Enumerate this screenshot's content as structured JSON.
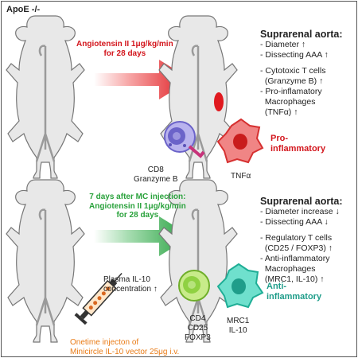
{
  "header": {
    "model": "ApoE -/-"
  },
  "top": {
    "arrow_text": [
      "Angiotensin II 1μg/kg/min",
      "for 28 days"
    ],
    "summary_title": "Suprarenal aorta:",
    "summary_lines": [
      "- Diameter ↑",
      "- Dissecting AAA  ↑",
      "",
      "- Cytotoxic T cells",
      "  (Granzyme B) ↑",
      "- Pro-inflamatory",
      "  Macrophages",
      "  (TNFα) ↑"
    ],
    "tcell_label": [
      "CD8",
      "Granzyme B"
    ],
    "mac_label": "TNFα",
    "state_label": [
      "Pro-",
      "inflammatory"
    ],
    "colors": {
      "arrow": "#e0191f",
      "label": "#d3161d",
      "tcell": "#6b63c9",
      "macrophage": "#e64a4a"
    }
  },
  "bottom": {
    "arrow_text": [
      "7 days after MC injection:",
      "Angiotensin II 1μg/kg/min",
      "for 28 days"
    ],
    "summary_title": "Suprarenal aorta:",
    "summary_lines": [
      "- Diameter increase ↓",
      "- Dissecting AAA  ↓",
      "",
      "- Regulatory T cells",
      "  (CD25 / FOXP3) ↑",
      "- Anti-inflammatory",
      "  Macrophages",
      "  (MRC1, IL-10) ↑"
    ],
    "plasma_label": [
      "Plasma IL-10",
      "concentration ↑"
    ],
    "injection_label": [
      "Onetime injecton of",
      "Minicircle IL-10 vector  25μg i.v."
    ],
    "tcell_label": [
      "CD4",
      "CD25",
      "FOXP3"
    ],
    "mac_label": [
      "MRC1",
      "IL-10"
    ],
    "state_label": [
      "Anti-",
      "inflammatory"
    ],
    "colors": {
      "arrow": "#22a03c",
      "label": "#2aa23c",
      "injection_label": "#e97b16",
      "tcell": "#8fd142",
      "macrophage": "#2ec9b0"
    }
  }
}
